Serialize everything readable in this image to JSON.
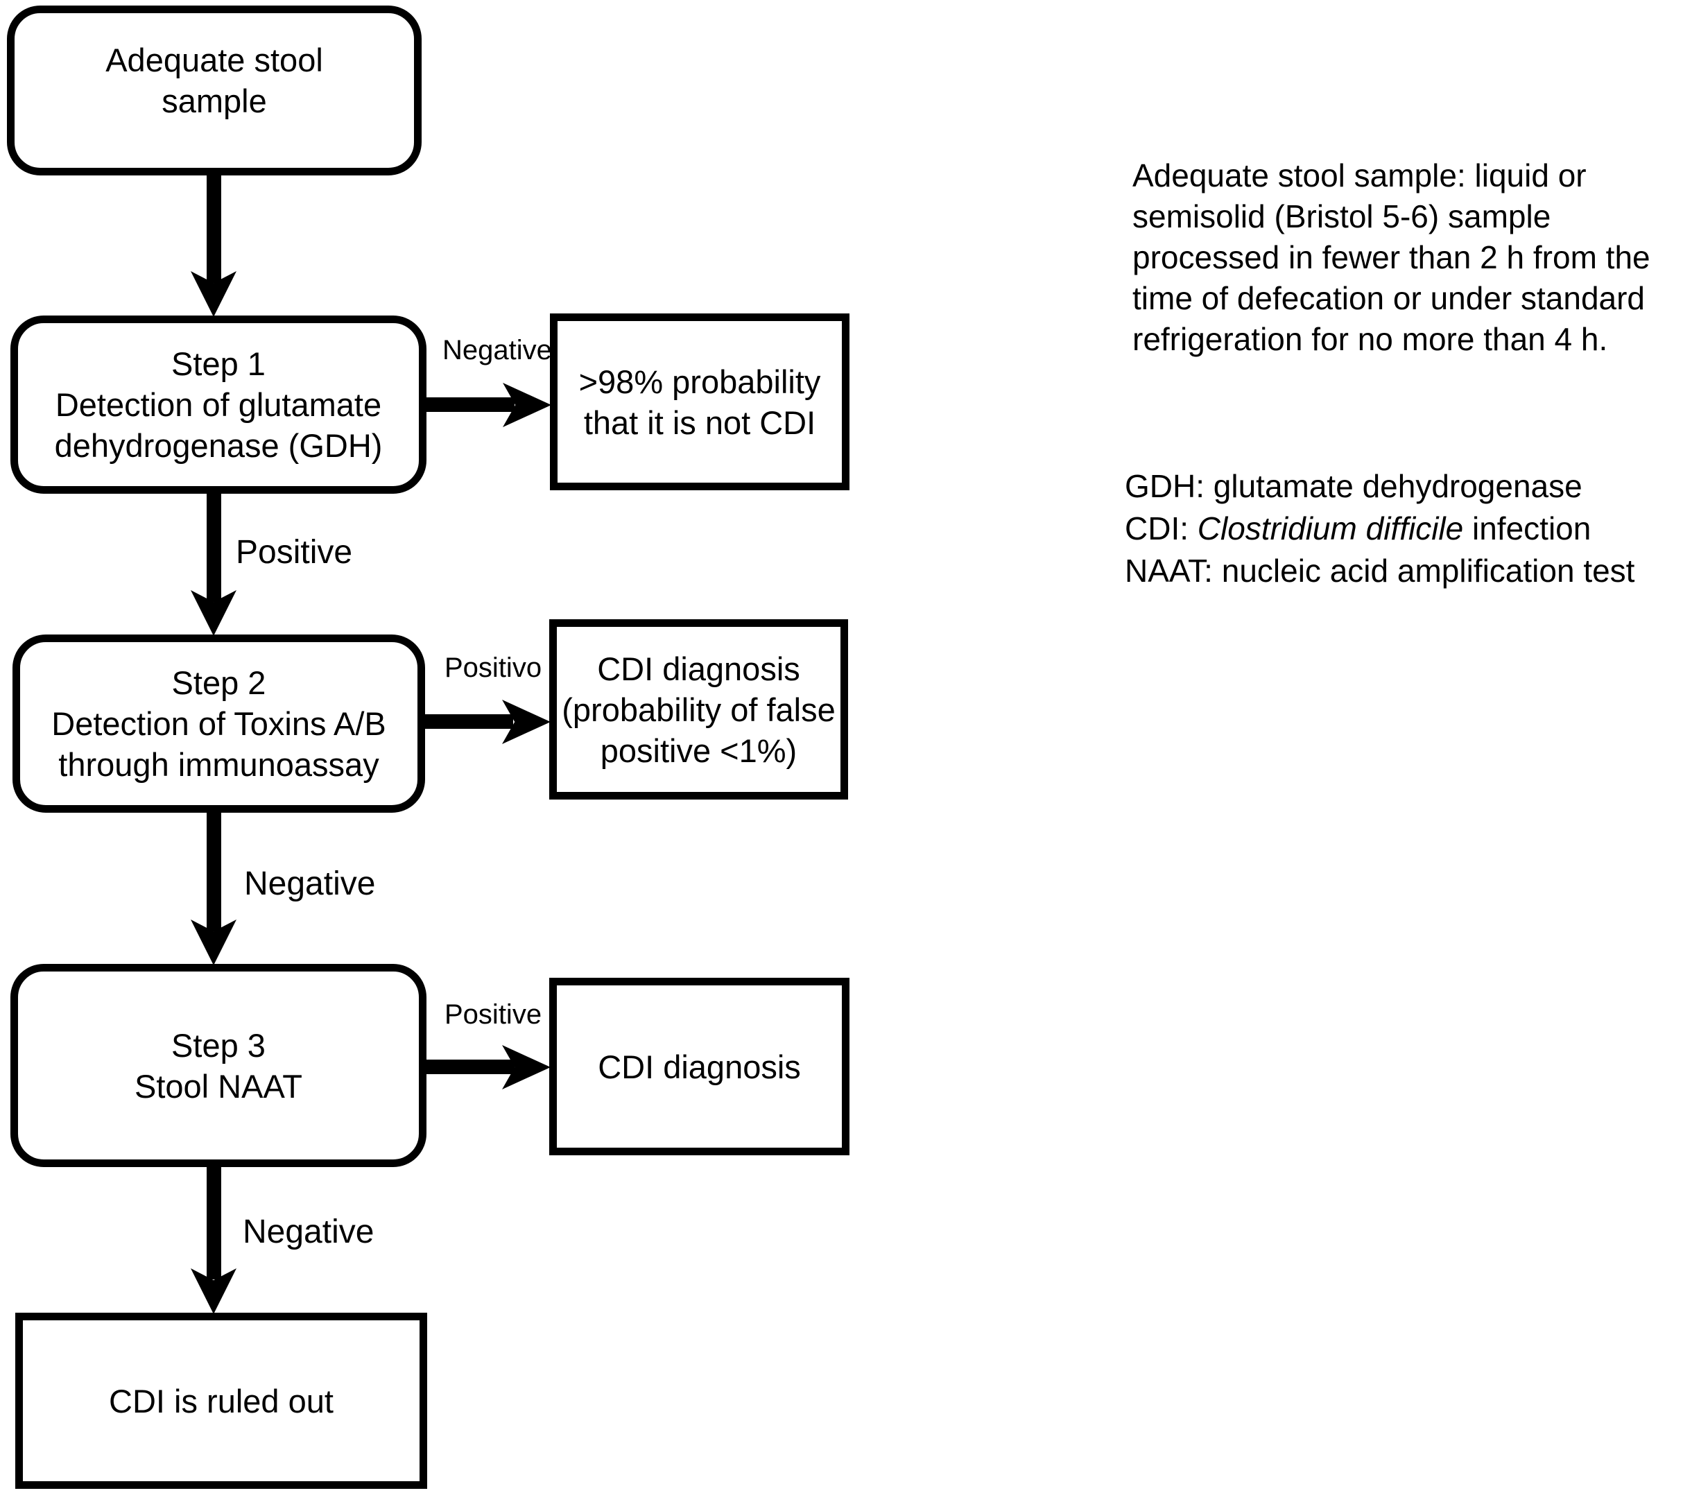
{
  "title": "CDI diagnostic flowchart",
  "colors": {
    "ink": "#000000",
    "background": "#ffffff"
  },
  "flowchart": {
    "nodes": {
      "start": {
        "text": "Adequate stool\nsample"
      },
      "step1": {
        "text": "Step 1\nDetection of glutamate\ndehydrogenase (GDH)"
      },
      "step2": {
        "text": "Step 2\nDetection of Toxins A/B\nthrough immunoassay"
      },
      "step3": {
        "text": "Step 3\nStool NAAT"
      },
      "not_cdi": {
        "text": ">98% probability\nthat it is not CDI"
      },
      "cdi_diagnosis_fp": {
        "text": "CDI diagnosis\n(probability of false\npositive <1%)"
      },
      "cdi_diagnosis": {
        "text": "CDI diagnosis"
      },
      "ruled_out": {
        "text": "CDI is ruled out"
      }
    },
    "edge_labels": {
      "step1_negative": "Negative",
      "step1_positive": "Positive",
      "step2_positive": "Positivo",
      "step2_negative": "Negative",
      "step3_positive": "Positive",
      "step3_negative": "Negative"
    }
  },
  "sidebar": {
    "note": "Adequate stool sample: liquid or\nsemisolid (Bristol 5-6) sample\nprocessed in fewer than 2 h from the\ntime of defecation or under standard\nrefrigeration for no more than 4 h.",
    "legend": {
      "line1": "GDH: glutamate dehydrogenase",
      "line2_prefix": "CDI: ",
      "line2_italic": "Clostridium difficile",
      "line2_suffix": " infection",
      "line3": "NAAT: nucleic acid amplification test"
    }
  }
}
